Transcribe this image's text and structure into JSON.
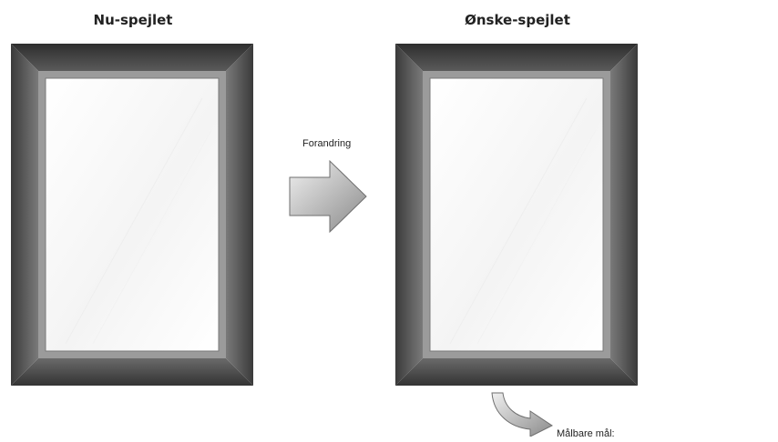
{
  "diagram": {
    "left_title": "Nu-spejlet",
    "right_title": "Ønske-spejlet",
    "change_label": "Forandring",
    "goals_label": "Målbare mål:"
  },
  "colors": {
    "frame_dark": "#3c3c3c",
    "frame_mid": "#6e6e6e",
    "frame_light": "#8e8e8e",
    "mat": "#9b9b9b",
    "glass": "#ffffff",
    "arrow_light": "#e6e6e6",
    "arrow_dark": "#8a8a8a"
  }
}
